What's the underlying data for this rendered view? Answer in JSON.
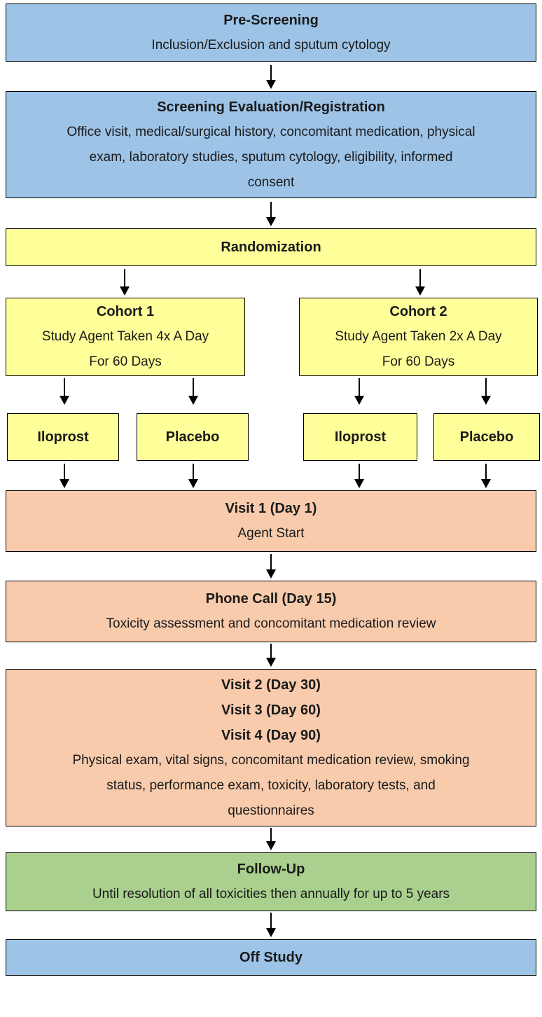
{
  "colors": {
    "blue": "#9DC3E6",
    "yellow": "#FFFF99",
    "orange": "#F8CBAD",
    "green": "#A9D08E",
    "border": "#000000",
    "text": "#1A1A1A"
  },
  "nodes": {
    "pre_screening": {
      "title": "Pre-Screening",
      "body": "Inclusion/Exclusion and sputum cytology"
    },
    "screening": {
      "title": "Screening Evaluation/Registration",
      "body_lines": [
        "Office visit, medical/surgical history, concomitant medication, physical",
        "exam, laboratory studies, sputum cytology, eligibility, informed",
        "consent"
      ]
    },
    "randomization": {
      "title": "Randomization"
    },
    "cohort1": {
      "title": "Cohort 1",
      "body_lines": [
        "Study Agent Taken 4x A Day",
        "For 60 Days"
      ]
    },
    "cohort2": {
      "title": "Cohort 2",
      "body_lines": [
        "Study Agent Taken 2x A Day",
        "For 60 Days"
      ]
    },
    "cohort1_iloprost": {
      "title": "Iloprost"
    },
    "cohort1_placebo": {
      "title": "Placebo"
    },
    "cohort2_iloprost": {
      "title": "Iloprost"
    },
    "cohort2_placebo": {
      "title": "Placebo"
    },
    "visit1": {
      "title": "Visit 1 (Day 1)",
      "body": "Agent Start"
    },
    "phone_call": {
      "title": "Phone Call (Day 15)",
      "body": "Toxicity assessment and concomitant medication review"
    },
    "visits": {
      "title_lines": [
        "Visit 2 (Day 30)",
        "Visit 3 (Day 60)",
        "Visit 4 (Day 90)"
      ],
      "body_lines": [
        "Physical exam, vital signs, concomitant medication review, smoking",
        "status, performance exam, toxicity, laboratory tests, and",
        "questionnaires"
      ]
    },
    "follow_up": {
      "title": "Follow-Up",
      "body": "Until resolution of all toxicities then annually for up to 5 years"
    },
    "off_study": {
      "title": "Off Study"
    }
  }
}
